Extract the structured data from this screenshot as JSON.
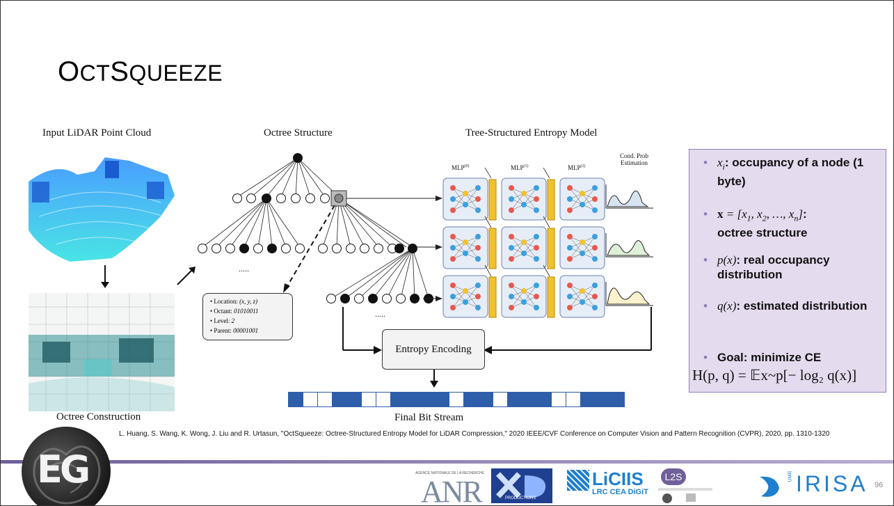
{
  "slide": {
    "title_first": "O",
    "title_rest": "CT",
    "title_second": "S",
    "title_second_rest": "QUEEZE",
    "page_number": "96"
  },
  "figure": {
    "input_label": "Input LiDAR Point Cloud",
    "octree_construction_label": "Octree Construction",
    "octree_structure_label": "Octree Structure",
    "entropy_model_label": "Tree-Structured Entropy Model",
    "mlp_labels": [
      "MLP",
      "MLP",
      "MLP"
    ],
    "mlp_superscripts": [
      "(0)",
      "(1)",
      "(2)"
    ],
    "cond_prob_line1": "Cond. Prob",
    "cond_prob_line2": "Estimation",
    "ellipsis": ".....",
    "node_info": {
      "location_key": "Location:",
      "location_val": "(x, y, z)",
      "octant_key": "Octant:",
      "octant_val": "01010011",
      "level_key": "Level:",
      "level_val": "2",
      "parent_key": "Parent:",
      "parent_val": "00001001"
    },
    "entropy_encoding_label": "Entropy Encoding",
    "bitstream_label": "Final Bit Stream",
    "bitstream_bits": [
      1,
      0,
      0,
      1,
      1,
      0,
      0,
      1,
      1,
      1,
      1,
      0,
      1,
      1,
      0,
      1,
      1,
      1,
      0,
      0,
      1,
      1,
      1
    ]
  },
  "info": {
    "b1_var": "x",
    "b1_sub": "i",
    "b1_text": ": occupancy of a node (1 byte)",
    "b2_math": "x = [x",
    "b2_subs": [
      "1",
      "2",
      "n"
    ],
    "b2_text": "octree structure",
    "b3_math": "p(x)",
    "b3_text": ": real occupancy distribution",
    "b4_math": "q(x)",
    "b4_text": ": estimated distribution",
    "b5_text": "Goal: minimize CE",
    "formula": "H(p, q) = 𝔼x~p[− log₂ q(x)]"
  },
  "citation": "L. Huang, S. Wang, K. Wong, J. Liu and R. Urtasun, \"OctSqueeze: Octree-Structured Entropy Model for LiDAR Compression,\" 2020 IEEE/CVF Conference on Computer Vision and Pattern Recognition (CVPR), 2020, pp. 1310-1320",
  "footer": {
    "logo_eg": "EG",
    "logo_anr": "ANR",
    "logo_anr_small": "AGENCE NATIONALE DE LA RECHERCHE",
    "logo_xd": "PRODUCTIONS",
    "logo_licis": "LiCIIS",
    "logo_licis_sub": "LRC CEA DiGiT",
    "logo_l2s": "L2S",
    "logo_irisa": "IRISA",
    "logo_umr": "UMR"
  },
  "colors": {
    "infobox_bg": "#e4dbef",
    "infobox_border": "#8e7cb5",
    "bit_blue": "#2e5eaa",
    "mlp_box": "#e6edf7",
    "yellow_bar": "#f2c12e",
    "footer_bar": "#6f5f9a"
  }
}
